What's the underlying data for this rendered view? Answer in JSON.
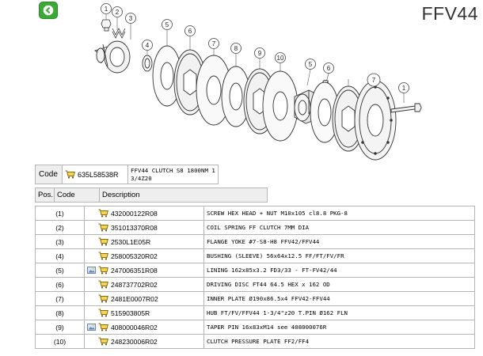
{
  "model": "FFV44",
  "code_block": {
    "label": "Code",
    "code": "635L58538R",
    "description": "FFV44 CLUTCH S8 1800NM 1 3/4Z20"
  },
  "table_headers": {
    "pos": "Pos.",
    "code": "Code",
    "description": "Description"
  },
  "callouts": [
    "1",
    "2",
    "3",
    "4",
    "5",
    "6",
    "7",
    "8",
    "9",
    "10",
    "5",
    "6",
    "7",
    "1"
  ],
  "parts": [
    {
      "pos": "(1)",
      "code": "432000122R08",
      "description": "SCREW HEX HEAD + NUT M10x105 cl8.8 PKG-8",
      "image": false
    },
    {
      "pos": "(2)",
      "code": "351013370R08",
      "description": "COIL SPRING FF CLUTCH 7MM DIA",
      "image": false
    },
    {
      "pos": "(3)",
      "code": "2530L1E05R",
      "description": "FLANGE YOKE #7-S8-H8 FFV42/FFV44",
      "image": false
    },
    {
      "pos": "(4)",
      "code": "258005320R02",
      "description": "BUSHING (SLEEVE) 56x64x12.5 FF/FT/FV/FR",
      "image": false
    },
    {
      "pos": "(5)",
      "code": "247006351R08",
      "description": "LINING 162x85x3.2 FD3/33 - FT-FV42/44",
      "image": true
    },
    {
      "pos": "(6)",
      "code": "248737702R02",
      "description": "DRIVING DISC FT44 64.5 HEX x 162 OD",
      "image": false
    },
    {
      "pos": "(7)",
      "code": "2481E0007R02",
      "description": "INNER PLATE Ø190x86.5x4 FFV42-FFV44",
      "image": false
    },
    {
      "pos": "(8)",
      "code": "515903805R",
      "description": "HUB FT/FV/FFV44 1-3/4\"z20 T.PIN Ø162 FLN",
      "image": false
    },
    {
      "pos": "(9)",
      "code": "408000046R02",
      "description": "TAPER PIN 16x83xM14 see 408000076R",
      "image": true
    },
    {
      "pos": "(10)",
      "code": "248230006R02",
      "description": "CLUTCH PRESSURE PLATE FF2/FF4",
      "image": false
    }
  ]
}
